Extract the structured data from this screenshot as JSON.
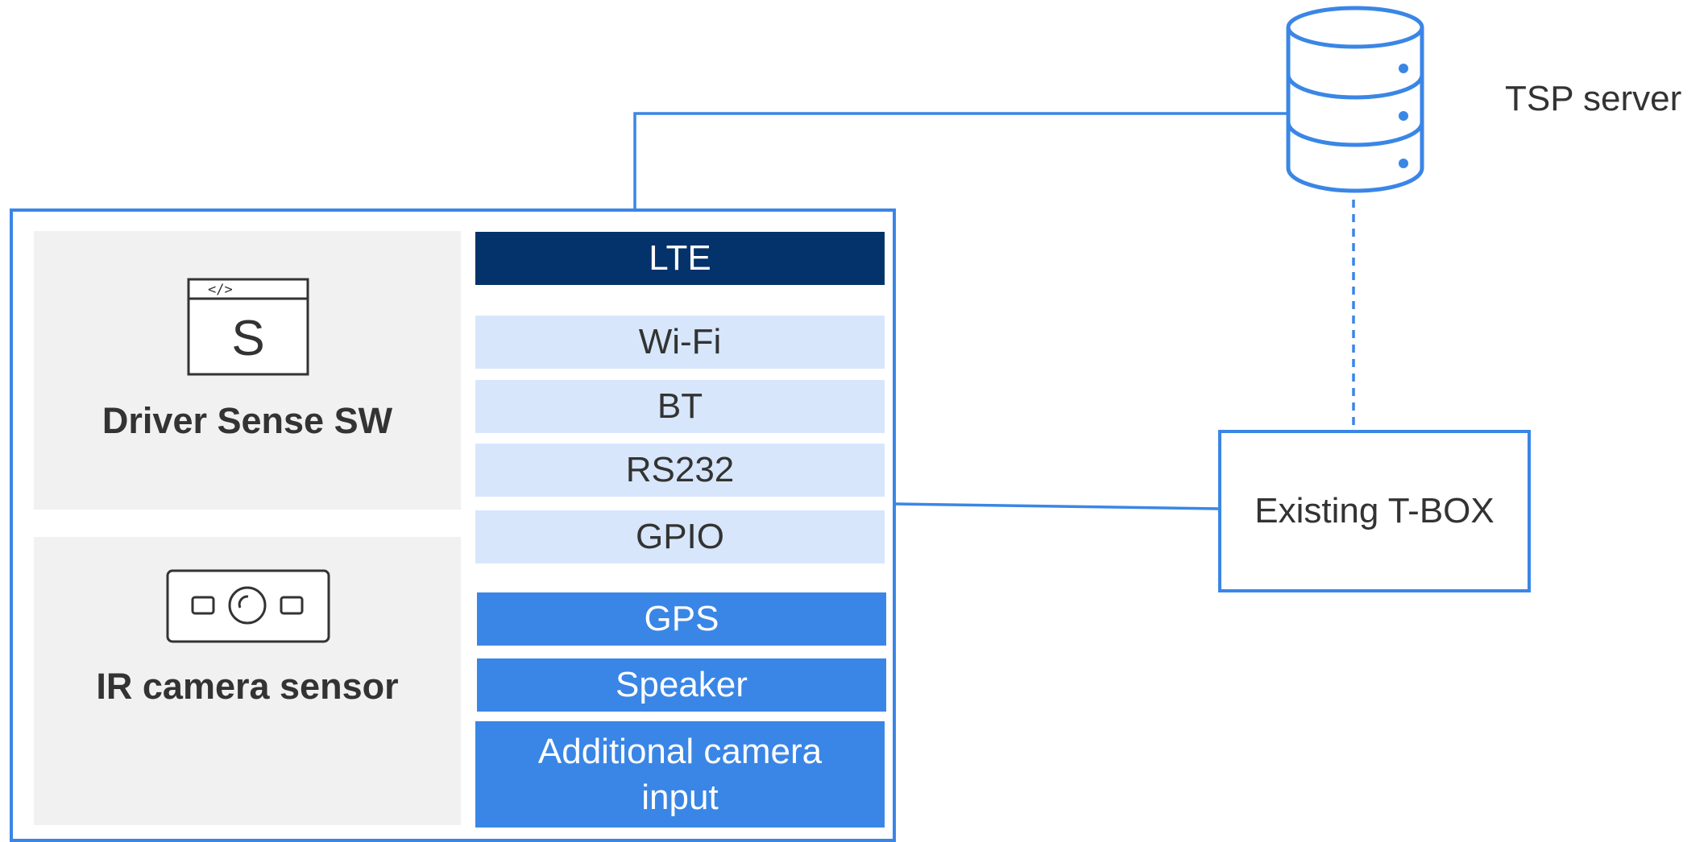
{
  "panels": {
    "software": {
      "title": "Driver Sense SW",
      "icon": "software-window-icon",
      "icon_letter": "S",
      "icon_code": "</>"
    },
    "camera": {
      "title": "IR camera sensor",
      "icon": "camera-icon"
    }
  },
  "interfaces": {
    "lte": "LTE",
    "wifi": "Wi-Fi",
    "bt": "BT",
    "rs232": "RS232",
    "gpio": "GPIO",
    "gps": "GPS",
    "speaker": "Speaker",
    "additional_camera": "Additional camera input"
  },
  "external": {
    "tbox": "Existing T-BOX",
    "tsp_server": "TSP server",
    "server_icon": "database-icon"
  },
  "colors": {
    "accent": "#3a86e6",
    "dark": "#04326a",
    "light": "#d7e6fa",
    "panel": "#f1f1f1"
  }
}
